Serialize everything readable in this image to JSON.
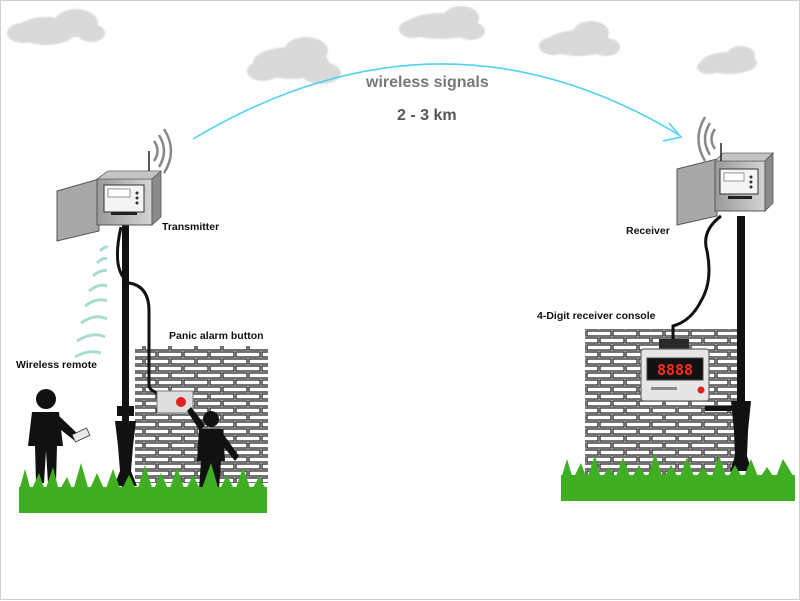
{
  "header": {
    "signal_title": "wireless signals",
    "signal_range": "2 - 3 km"
  },
  "labels": {
    "transmitter": "Transmitter",
    "receiver": "Receiver",
    "panic_alarm_button": "Panic alarm button",
    "wireless_remote": "Wireless remote",
    "receiver_console": "4-Digit receiver console"
  },
  "console_display": "8888",
  "colors": {
    "signal_arc": "#4fd3f0",
    "remote_waves": "#a8ddd0",
    "grass": "#3fae22",
    "display_digits": "#ff2a1a",
    "alarm_button": "#e02020"
  }
}
